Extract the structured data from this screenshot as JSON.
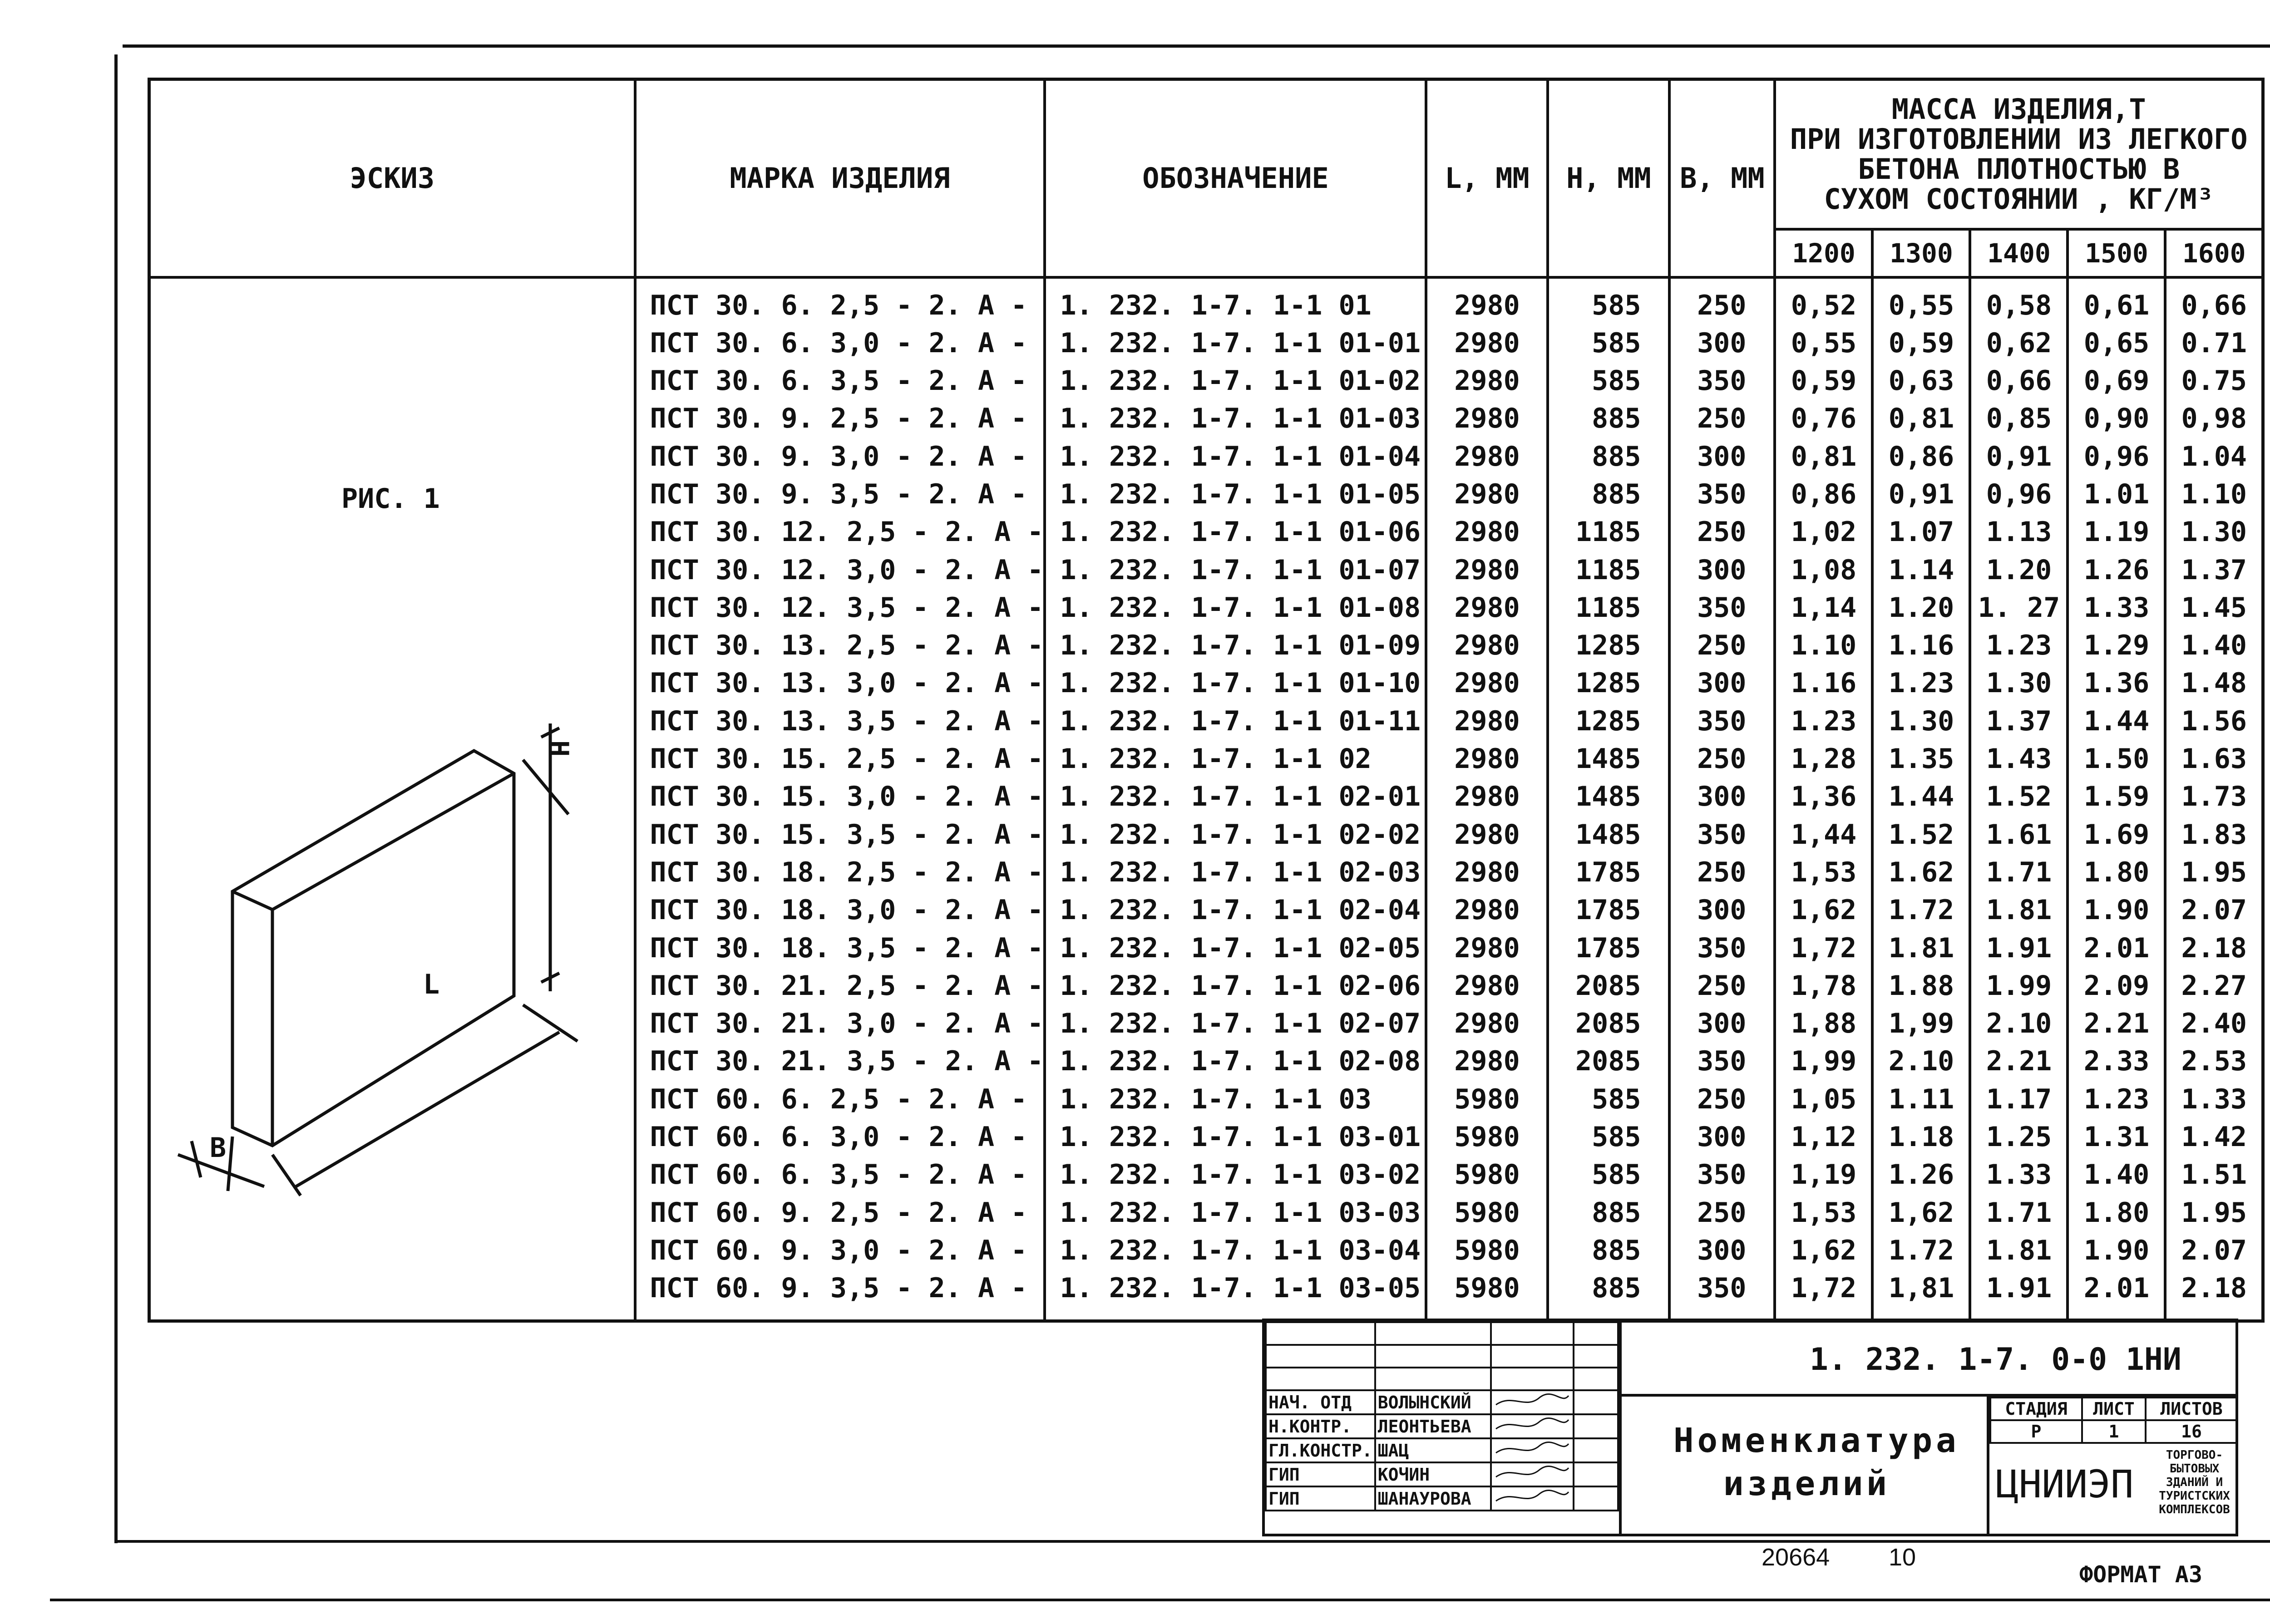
{
  "headers": {
    "sketch": "ЭСКИЗ",
    "mark": "МАРКА ИЗДЕЛИЯ",
    "designation": "ОБОЗНАЧЕНИЕ",
    "l": "L, ММ",
    "h": "Н, ММ",
    "b": "В, ММ",
    "mass_line1": "МАССА ИЗДЕЛИЯ,Т",
    "mass_line2": "ПРИ ИЗГОТОВЛЕНИИ ИЗ ЛЕГКОГО",
    "mass_line3": "БЕТОНА ПЛОТНОСТЬЮ В",
    "mass_line4": "СУХОМ СОСТОЯНИИ , КГ/М³",
    "densities": [
      "1200",
      "1300",
      "1400",
      "1500",
      "1600"
    ]
  },
  "sketch": {
    "caption": "РИС. 1",
    "label_h": "Н",
    "label_l": "L",
    "label_b": "В"
  },
  "rows": [
    {
      "mark": "ПСТ 30. 6. 2,5 - 2. А -",
      "code": "1. 232. 1-7. 1-1 01",
      "l": "2980",
      "h": "585",
      "b": "250",
      "m": [
        "0,52",
        "0,55",
        "0,58",
        "0,61",
        "0,66"
      ]
    },
    {
      "mark": "ПСТ 30. 6. 3,0 - 2. А -",
      "code": "1. 232. 1-7. 1-1 01-01",
      "l": "2980",
      "h": "585",
      "b": "300",
      "m": [
        "0,55",
        "0,59",
        "0,62",
        "0,65",
        "0.71"
      ]
    },
    {
      "mark": "ПСТ 30. 6. 3,5 - 2. А -",
      "code": "1. 232. 1-7. 1-1 01-02",
      "l": "2980",
      "h": "585",
      "b": "350",
      "m": [
        "0,59",
        "0,63",
        "0,66",
        "0,69",
        "0.75"
      ]
    },
    {
      "mark": "ПСТ 30. 9. 2,5 - 2. А -",
      "code": "1. 232. 1-7. 1-1 01-03",
      "l": "2980",
      "h": "885",
      "b": "250",
      "m": [
        "0,76",
        "0,81",
        "0,85",
        "0,90",
        "0,98"
      ]
    },
    {
      "mark": "ПСТ 30. 9. 3,0 - 2. А -",
      "code": "1. 232. 1-7. 1-1 01-04",
      "l": "2980",
      "h": "885",
      "b": "300",
      "m": [
        "0,81",
        "0,86",
        "0,91",
        "0,96",
        "1.04"
      ]
    },
    {
      "mark": "ПСТ 30. 9. 3,5 - 2. А -",
      "code": "1. 232. 1-7. 1-1 01-05",
      "l": "2980",
      "h": "885",
      "b": "350",
      "m": [
        "0,86",
        "0,91",
        "0,96",
        "1.01",
        "1.10"
      ]
    },
    {
      "mark": "ПСТ 30. 12. 2,5 - 2. А -",
      "code": "1. 232. 1-7. 1-1 01-06",
      "l": "2980",
      "h": "1185",
      "b": "250",
      "m": [
        "1,02",
        "1.07",
        "1.13",
        "1.19",
        "1.30"
      ]
    },
    {
      "mark": "ПСТ 30. 12. 3,0 - 2. А -",
      "code": "1. 232. 1-7. 1-1 01-07",
      "l": "2980",
      "h": "1185",
      "b": "300",
      "m": [
        "1,08",
        "1.14",
        "1.20",
        "1.26",
        "1.37"
      ]
    },
    {
      "mark": "ПСТ 30. 12. 3,5 - 2. А -",
      "code": "1. 232. 1-7. 1-1 01-08",
      "l": "2980",
      "h": "1185",
      "b": "350",
      "m": [
        "1,14",
        "1.20",
        "1. 27",
        "1.33",
        "1.45"
      ]
    },
    {
      "mark": "ПСТ 30. 13. 2,5 - 2. А -",
      "code": "1. 232. 1-7. 1-1 01-09",
      "l": "2980",
      "h": "1285",
      "b": "250",
      "m": [
        "1.10",
        "1.16",
        "1.23",
        "1.29",
        "1.40"
      ]
    },
    {
      "mark": "ПСТ 30. 13. 3,0 - 2. А -",
      "code": "1. 232. 1-7. 1-1 01-10",
      "l": "2980",
      "h": "1285",
      "b": "300",
      "m": [
        "1.16",
        "1.23",
        "1.30",
        "1.36",
        "1.48"
      ]
    },
    {
      "mark": "ПСТ 30. 13. 3,5 - 2. А -",
      "code": "1. 232. 1-7. 1-1 01-11",
      "l": "2980",
      "h": "1285",
      "b": "350",
      "m": [
        "1.23",
        "1.30",
        "1.37",
        "1.44",
        "1.56"
      ]
    },
    {
      "mark": "ПСТ 30. 15. 2,5 - 2. А -",
      "code": "1. 232. 1-7. 1-1 02",
      "l": "2980",
      "h": "1485",
      "b": "250",
      "m": [
        "1,28",
        "1.35",
        "1.43",
        "1.50",
        "1.63"
      ]
    },
    {
      "mark": "ПСТ 30. 15. 3,0 - 2. А -",
      "code": "1. 232. 1-7. 1-1 02-01",
      "l": "2980",
      "h": "1485",
      "b": "300",
      "m": [
        "1,36",
        "1.44",
        "1.52",
        "1.59",
        "1.73"
      ]
    },
    {
      "mark": "ПСТ 30. 15. 3,5 - 2. А -",
      "code": "1. 232. 1-7. 1-1 02-02",
      "l": "2980",
      "h": "1485",
      "b": "350",
      "m": [
        "1,44",
        "1.52",
        "1.61",
        "1.69",
        "1.83"
      ]
    },
    {
      "mark": "ПСТ 30. 18. 2,5 - 2. А -",
      "code": "1. 232. 1-7. 1-1 02-03",
      "l": "2980",
      "h": "1785",
      "b": "250",
      "m": [
        "1,53",
        "1.62",
        "1.71",
        "1.80",
        "1.95"
      ]
    },
    {
      "mark": "ПСТ 30. 18. 3,0 - 2. А -",
      "code": "1. 232. 1-7. 1-1 02-04",
      "l": "2980",
      "h": "1785",
      "b": "300",
      "m": [
        "1,62",
        "1.72",
        "1.81",
        "1.90",
        "2.07"
      ]
    },
    {
      "mark": "ПСТ 30. 18. 3,5 - 2. А -",
      "code": "1. 232. 1-7. 1-1 02-05",
      "l": "2980",
      "h": "1785",
      "b": "350",
      "m": [
        "1,72",
        "1.81",
        "1.91",
        "2.01",
        "2.18"
      ]
    },
    {
      "mark": "ПСТ 30. 21. 2,5 - 2. А -",
      "code": "1. 232. 1-7. 1-1 02-06",
      "l": "2980",
      "h": "2085",
      "b": "250",
      "m": [
        "1,78",
        "1.88",
        "1.99",
        "2.09",
        "2.27"
      ]
    },
    {
      "mark": "ПСТ 30. 21. 3,0 - 2. А -",
      "code": "1. 232. 1-7. 1-1 02-07",
      "l": "2980",
      "h": "2085",
      "b": "300",
      "m": [
        "1,88",
        "1,99",
        "2.10",
        "2.21",
        "2.40"
      ]
    },
    {
      "mark": "ПСТ 30. 21. 3,5 - 2. А -",
      "code": "1. 232. 1-7. 1-1 02-08",
      "l": "2980",
      "h": "2085",
      "b": "350",
      "m": [
        "1,99",
        "2.10",
        "2.21",
        "2.33",
        "2.53"
      ]
    },
    {
      "mark": "ПСТ 60. 6. 2,5 - 2. А -",
      "code": "1. 232. 1-7. 1-1 03",
      "l": "5980",
      "h": "585",
      "b": "250",
      "m": [
        "1,05",
        "1.11",
        "1.17",
        "1.23",
        "1.33"
      ]
    },
    {
      "mark": "ПСТ 60. 6. 3,0 - 2. А -",
      "code": "1. 232. 1-7. 1-1 03-01",
      "l": "5980",
      "h": "585",
      "b": "300",
      "m": [
        "1,12",
        "1.18",
        "1.25",
        "1.31",
        "1.42"
      ]
    },
    {
      "mark": "ПСТ 60. 6. 3,5 - 2. А -",
      "code": "1. 232. 1-7. 1-1 03-02",
      "l": "5980",
      "h": "585",
      "b": "350",
      "m": [
        "1,19",
        "1.26",
        "1.33",
        "1.40",
        "1.51"
      ]
    },
    {
      "mark": "ПСТ 60. 9. 2,5 - 2. А -",
      "code": "1. 232. 1-7. 1-1 03-03",
      "l": "5980",
      "h": "885",
      "b": "250",
      "m": [
        "1,53",
        "1,62",
        "1.71",
        "1.80",
        "1.95"
      ]
    },
    {
      "mark": "ПСТ 60. 9. 3,0 - 2. А -",
      "code": "1. 232. 1-7. 1-1 03-04",
      "l": "5980",
      "h": "885",
      "b": "300",
      "m": [
        "1,62",
        "1.72",
        "1.81",
        "1.90",
        "2.07"
      ]
    },
    {
      "mark": "ПСТ 60. 9. 3,5 - 2. А -",
      "code": "1. 232. 1-7. 1-1 03-05",
      "l": "5980",
      "h": "885",
      "b": "350",
      "m": [
        "1,72",
        "1,81",
        "1.91",
        "2.01",
        "2.18"
      ]
    }
  ],
  "title_block": {
    "doc_code": "1. 232. 1-7. 0-0 1НИ",
    "title_line1": "Номенклатура",
    "title_line2": "изделий",
    "stage_label": "СТАДИЯ",
    "sheet_label": "ЛИСТ",
    "sheets_label": "ЛИСТОВ",
    "stage": "Р",
    "sheet": "1",
    "sheets": "16",
    "org": "ЦНИИЭП",
    "org_desc": "ТОРГОВО-БЫТОВЫХ ЗДАНИЙ И ТУРИСТСКИХ КОМПЛЕКСОВ",
    "signers": [
      {
        "role": "НАЧ. ОТД",
        "name": "ВОЛЫНСКИЙ"
      },
      {
        "role": "Н.КОНТР.",
        "name": "ЛЕОНТЬЕВА"
      },
      {
        "role": "ГЛ.КОНСТР.",
        "name": "ШАЦ"
      },
      {
        "role": "ГИП",
        "name": "КОЧИН"
      },
      {
        "role": "ГИП",
        "name": "ШАНАУРОВА"
      }
    ]
  },
  "footer": {
    "inv_number": "20664",
    "inv_sheet": "10",
    "format": "ФОРМАТ А3"
  }
}
